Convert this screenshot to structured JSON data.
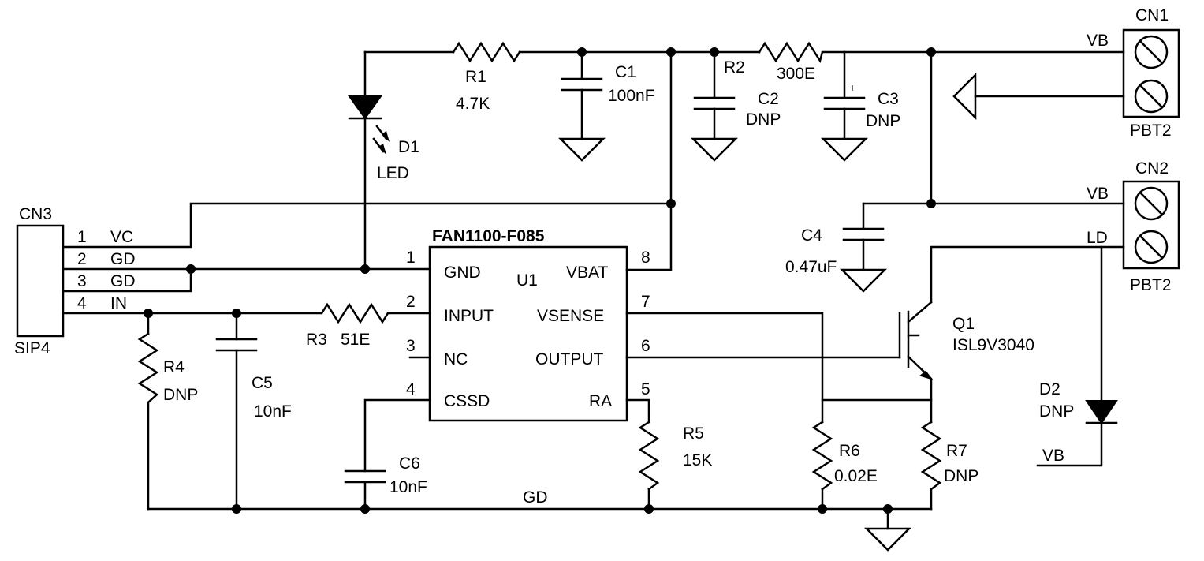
{
  "u1": {
    "part": "FAN1100-F085",
    "ref": "U1",
    "pins": [
      {
        "num": "1",
        "name": "GND"
      },
      {
        "num": "2",
        "name": "INPUT"
      },
      {
        "num": "3",
        "name": "NC"
      },
      {
        "num": "4",
        "name": "CSSD"
      },
      {
        "num": "8",
        "name": "VBAT"
      },
      {
        "num": "7",
        "name": "VSENSE"
      },
      {
        "num": "6",
        "name": "OUTPUT"
      },
      {
        "num": "5",
        "name": "RA"
      }
    ]
  },
  "components": {
    "r1": {
      "ref": "R1",
      "value": "4.7K"
    },
    "c1": {
      "ref": "C1",
      "value": "100nF"
    },
    "r2": {
      "ref": "R2",
      "value": "300E"
    },
    "c2": {
      "ref": "C2",
      "value": "DNP"
    },
    "c3": {
      "ref": "C3",
      "value": "DNP",
      "polarity": "+"
    },
    "d1": {
      "ref": "D1",
      "value": "LED"
    },
    "c4": {
      "ref": "C4",
      "value": "0.47uF"
    },
    "r3": {
      "ref": "R3",
      "value": "51E"
    },
    "r4": {
      "ref": "R4",
      "value": "DNP"
    },
    "c5": {
      "ref": "C5",
      "value": "10nF"
    },
    "c6": {
      "ref": "C6",
      "value": "10nF"
    },
    "r5": {
      "ref": "R5",
      "value": "15K"
    },
    "r6": {
      "ref": "R6",
      "value": "0.02E"
    },
    "r7": {
      "ref": "R7",
      "value": "DNP"
    },
    "q1": {
      "ref": "Q1",
      "value": "ISL9V3040"
    },
    "d2": {
      "ref": "D2",
      "value": "DNP"
    }
  },
  "connectors": {
    "cn1": {
      "ref": "CN1",
      "part": "PBT2",
      "net": "VB"
    },
    "cn2": {
      "ref": "CN2",
      "part": "PBT2",
      "nets": [
        "VB",
        "LD"
      ]
    },
    "cn3": {
      "ref": "CN3",
      "part": "SIP4",
      "pins": [
        {
          "num": "1",
          "net": "VC"
        },
        {
          "num": "2",
          "net": "GD"
        },
        {
          "num": "3",
          "net": "GD"
        },
        {
          "num": "4",
          "net": "IN"
        }
      ]
    }
  },
  "nets": {
    "gnd_bus": "GD",
    "d2_net": "VB"
  }
}
